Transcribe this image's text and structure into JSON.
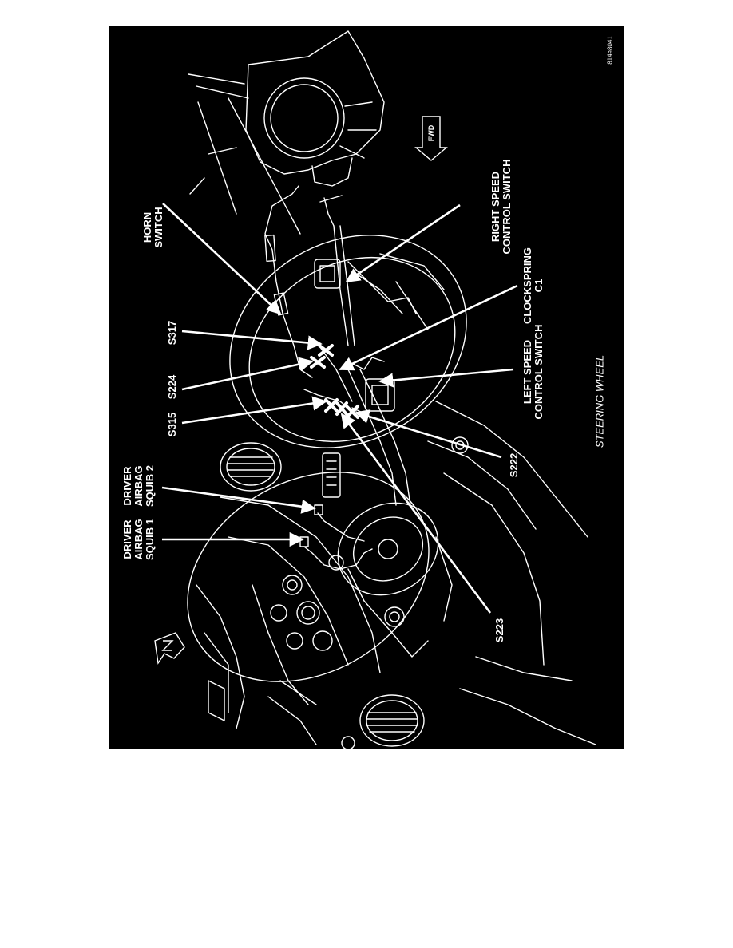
{
  "diagram": {
    "figure_id": "814e8041",
    "caption": "STEERING WHEEL",
    "fwd_label": "FWD",
    "callouts": {
      "horn_switch": [
        "HORN",
        "SWITCH"
      ],
      "right_speed_control_switch": [
        "RIGHT SPEED",
        "CONTROL SWITCH"
      ],
      "clockspring_c1": [
        "CLOCKSPRING",
        "C1"
      ],
      "left_speed_control_switch": [
        "LEFT SPEED",
        "CONTROL SWITCH"
      ],
      "s317": "S317",
      "s224": "S224",
      "s315": "S315",
      "s222": "S222",
      "s223": "S223",
      "driver_airbag_squib_2": [
        "DRIVER",
        "AIRBAG",
        "SQUIB 2"
      ],
      "driver_airbag_squib_1": [
        "DRIVER",
        "AIRBAG",
        "SQUIB 1"
      ]
    }
  }
}
